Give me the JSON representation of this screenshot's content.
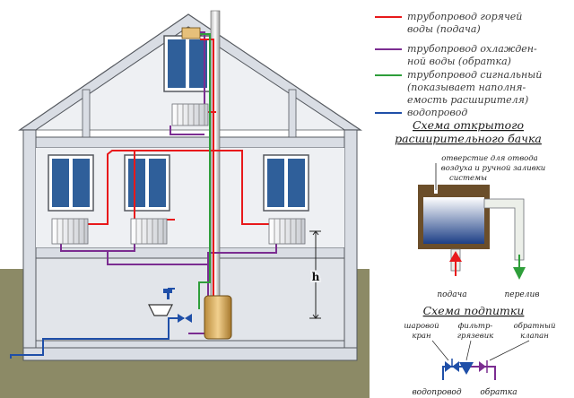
{
  "legend": {
    "hot_supply": [
      "трубопровод горячей",
      "воды (подача)"
    ],
    "cooled_return": [
      "трубопровод охлажден-",
      "ной воды (обратка)"
    ],
    "signal": [
      "трубопровод сигнальный",
      "(показывает наполня-",
      "емость расширителя)"
    ],
    "water_main": [
      "водопровод"
    ]
  },
  "colors": {
    "hot": "#e8191b",
    "cooled": "#7b2d91",
    "signal": "#2e9e3a",
    "water": "#1f4fa8",
    "house": "#d9dde4",
    "ground": "#8c8a66"
  },
  "open_tank": {
    "title": [
      "Схема открытого",
      "расширительного бачка"
    ],
    "note": [
      "отверстие для отвода",
      "воздуха и ручной заливки",
      "системы"
    ],
    "supply_label": "подача",
    "overflow_label": "перелив"
  },
  "makeup": {
    "title": "Схема подпитки",
    "ball_valve": [
      "шаровой",
      "кран"
    ],
    "filter": [
      "фильтр-",
      "грязевик"
    ],
    "check_valve": [
      "обратный",
      "клапан"
    ],
    "water_main_label": "водопровод",
    "return_label": "обратка"
  },
  "house": {
    "height_label": "h"
  }
}
